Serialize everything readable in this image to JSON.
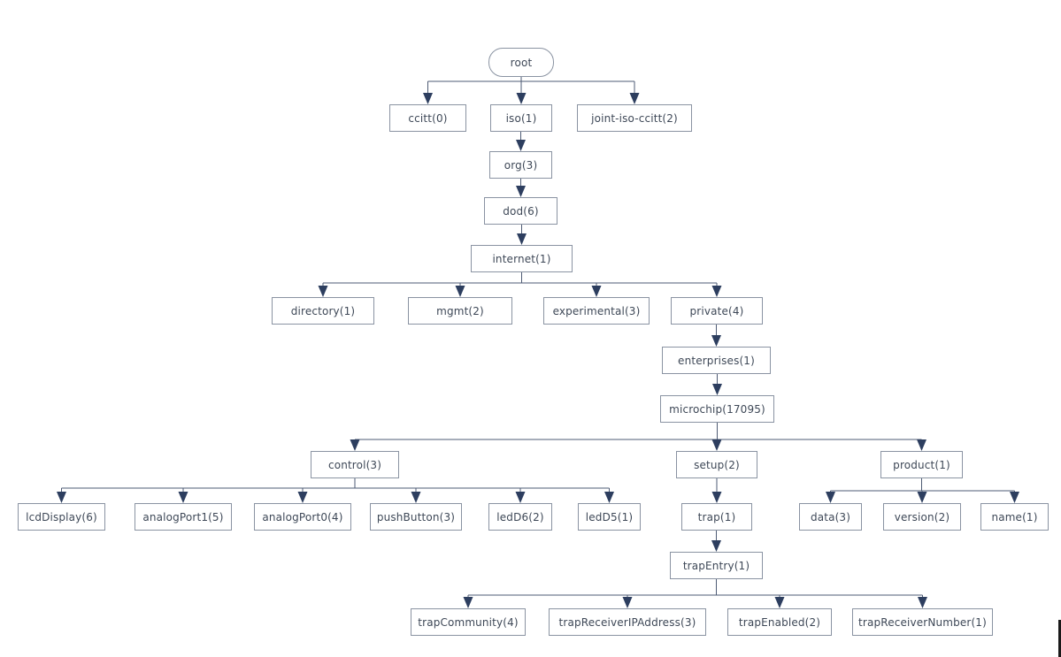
{
  "diagram": {
    "type": "tree",
    "nodes": [
      {
        "id": "root",
        "label": "root",
        "shape": "stadium"
      },
      {
        "id": "ccitt",
        "label": "ccitt(0)",
        "shape": "rect"
      },
      {
        "id": "iso",
        "label": "iso(1)",
        "shape": "rect"
      },
      {
        "id": "jointIsoCcitt",
        "label": "joint-iso-ccitt(2)",
        "shape": "rect"
      },
      {
        "id": "org",
        "label": "org(3)",
        "shape": "rect"
      },
      {
        "id": "dod",
        "label": "dod(6)",
        "shape": "rect"
      },
      {
        "id": "internet",
        "label": "internet(1)",
        "shape": "rect"
      },
      {
        "id": "directory",
        "label": "directory(1)",
        "shape": "rect"
      },
      {
        "id": "mgmt",
        "label": "mgmt(2)",
        "shape": "rect"
      },
      {
        "id": "experimental",
        "label": "experimental(3)",
        "shape": "rect"
      },
      {
        "id": "private",
        "label": "private(4)",
        "shape": "rect"
      },
      {
        "id": "enterprises",
        "label": "enterprises(1)",
        "shape": "rect"
      },
      {
        "id": "microchip",
        "label": "microchip(17095)",
        "shape": "rect"
      },
      {
        "id": "control",
        "label": "control(3)",
        "shape": "rect"
      },
      {
        "id": "setup",
        "label": "setup(2)",
        "shape": "rect"
      },
      {
        "id": "product",
        "label": "product(1)",
        "shape": "rect"
      },
      {
        "id": "lcdDisplay",
        "label": "lcdDisplay(6)",
        "shape": "rect"
      },
      {
        "id": "analogPort1",
        "label": "analogPort1(5)",
        "shape": "rect"
      },
      {
        "id": "analogPort0",
        "label": "analogPort0(4)",
        "shape": "rect"
      },
      {
        "id": "pushButton",
        "label": "pushButton(3)",
        "shape": "rect"
      },
      {
        "id": "ledD6",
        "label": "ledD6(2)",
        "shape": "rect"
      },
      {
        "id": "ledD5",
        "label": "ledD5(1)",
        "shape": "rect"
      },
      {
        "id": "trap",
        "label": "trap(1)",
        "shape": "rect"
      },
      {
        "id": "data",
        "label": "data(3)",
        "shape": "rect"
      },
      {
        "id": "version",
        "label": "version(2)",
        "shape": "rect"
      },
      {
        "id": "name",
        "label": "name(1)",
        "shape": "rect"
      },
      {
        "id": "trapEntry",
        "label": "trapEntry(1)",
        "shape": "rect"
      },
      {
        "id": "trapCommunity",
        "label": "trapCommunity(4)",
        "shape": "rect"
      },
      {
        "id": "trapReceiverIPAddress",
        "label": "trapReceiverIPAddress(3)",
        "shape": "rect"
      },
      {
        "id": "trapEnabled",
        "label": "trapEnabled(2)",
        "shape": "rect"
      },
      {
        "id": "trapReceiverNumber",
        "label": "trapReceiverNumber(1)",
        "shape": "rect"
      }
    ],
    "edges": [
      [
        "root",
        "ccitt"
      ],
      [
        "root",
        "iso"
      ],
      [
        "root",
        "jointIsoCcitt"
      ],
      [
        "iso",
        "org"
      ],
      [
        "org",
        "dod"
      ],
      [
        "dod",
        "internet"
      ],
      [
        "internet",
        "directory"
      ],
      [
        "internet",
        "mgmt"
      ],
      [
        "internet",
        "experimental"
      ],
      [
        "internet",
        "private"
      ],
      [
        "private",
        "enterprises"
      ],
      [
        "enterprises",
        "microchip"
      ],
      [
        "microchip",
        "control"
      ],
      [
        "microchip",
        "setup"
      ],
      [
        "microchip",
        "product"
      ],
      [
        "control",
        "lcdDisplay"
      ],
      [
        "control",
        "analogPort1"
      ],
      [
        "control",
        "analogPort0"
      ],
      [
        "control",
        "pushButton"
      ],
      [
        "control",
        "ledD6"
      ],
      [
        "control",
        "ledD5"
      ],
      [
        "setup",
        "trap"
      ],
      [
        "trap",
        "trapEntry"
      ],
      [
        "trapEntry",
        "trapCommunity"
      ],
      [
        "trapEntry",
        "trapReceiverIPAddress"
      ],
      [
        "trapEntry",
        "trapEnabled"
      ],
      [
        "trapEntry",
        "trapReceiverNumber"
      ],
      [
        "product",
        "data"
      ],
      [
        "product",
        "version"
      ],
      [
        "product",
        "name"
      ]
    ]
  },
  "colors": {
    "background": "#ffffff",
    "node_fill": "#ffffff",
    "node_border": "#8a93a2",
    "node_text": "#3e4857",
    "connector_line": "#4e5b74",
    "arrowhead": "#2d3e5f",
    "screen_edge_artifact": "#1a1a1a"
  }
}
